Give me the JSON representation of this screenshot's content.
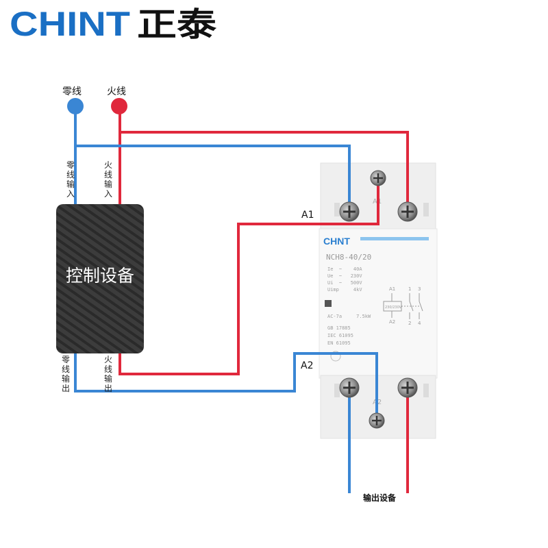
{
  "brand": {
    "logo_text": "CHINT",
    "logo_cn": "正泰",
    "color": "#1a6fc4"
  },
  "terminals": {
    "neutral": {
      "label": "零线",
      "color": "#3a86d4"
    },
    "live": {
      "label": "火线",
      "color": "#e0283c"
    }
  },
  "controller": {
    "label": "控制设备",
    "neutral_in": "零线输入",
    "live_in": "火线输入",
    "neutral_out": "零线输出",
    "live_out": "火线输出"
  },
  "contactor": {
    "brand": "CHNT",
    "model": "NCH8-40/20",
    "specs": [
      "Ie  ~    40A",
      "Ue  ~   230V",
      "Ui  ~   500V",
      "Uimp     4kV"
    ],
    "rating": "AC-7a     7.5kW",
    "standards": [
      "GB 17885",
      "IEC 61095",
      "EN 61095"
    ],
    "schematic": {
      "a1": "A1",
      "a2": "A2",
      "n1": "1",
      "n3": "3",
      "n2": "2",
      "n4": "4",
      "coil": "230/230V"
    },
    "top_mark": "A1",
    "bottom_mark": "A2"
  },
  "pins": {
    "a1": "A1",
    "a2": "A2"
  },
  "output": {
    "label": "输出设备"
  },
  "colors": {
    "neutral": "#3a86d4",
    "live": "#e0283c"
  }
}
